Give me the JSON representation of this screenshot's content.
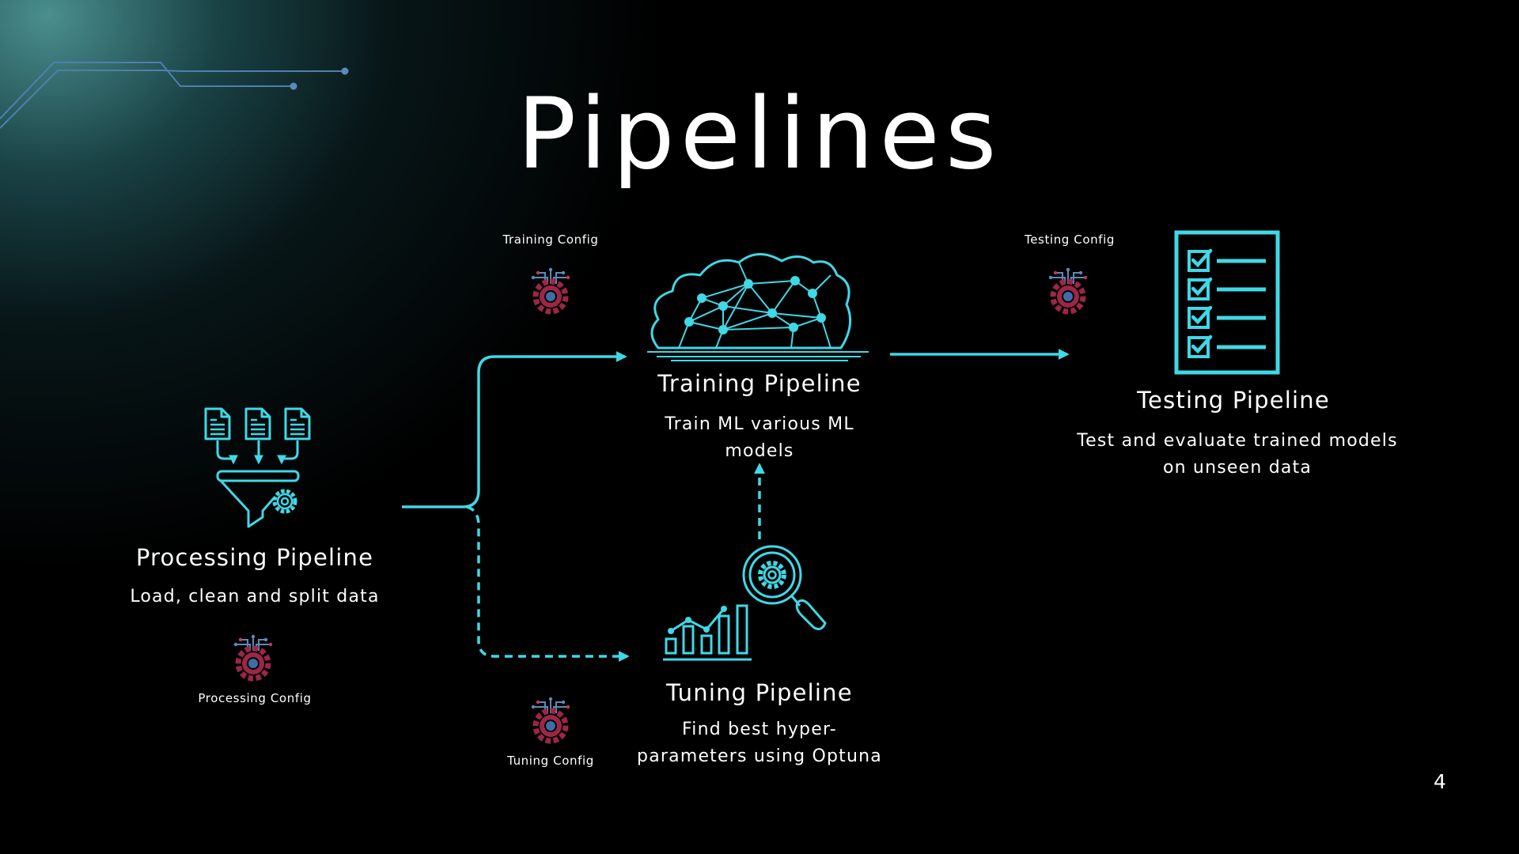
{
  "title": "Pipelines",
  "page_number": "4",
  "colors": {
    "accent": "#3fd8e6",
    "gear": "#9b2747",
    "gear_center": "#3c6fa8",
    "circuit": "#5c8ab8",
    "background": "#000000"
  },
  "pipelines": {
    "processing": {
      "name": "Processing Pipeline",
      "description": "Load, clean and split data",
      "config": "Processing Config",
      "icon": "funnel-documents-icon"
    },
    "training": {
      "name": "Training Pipeline",
      "description_line1": "Train ML various ML",
      "description_line2": "models",
      "config": "Training Config",
      "icon": "brain-cloud-network-icon"
    },
    "tuning": {
      "name": "Tuning Pipeline",
      "description_line1": "Find best hyper-",
      "description_line2": "parameters using Optuna",
      "config": "Tuning Config",
      "icon": "chart-magnifier-gear-icon"
    },
    "testing": {
      "name": "Testing Pipeline",
      "description_line1": "Test and evaluate trained models",
      "description_line2": "on unseen data",
      "config": "Testing Config",
      "icon": "checklist-icon"
    }
  }
}
